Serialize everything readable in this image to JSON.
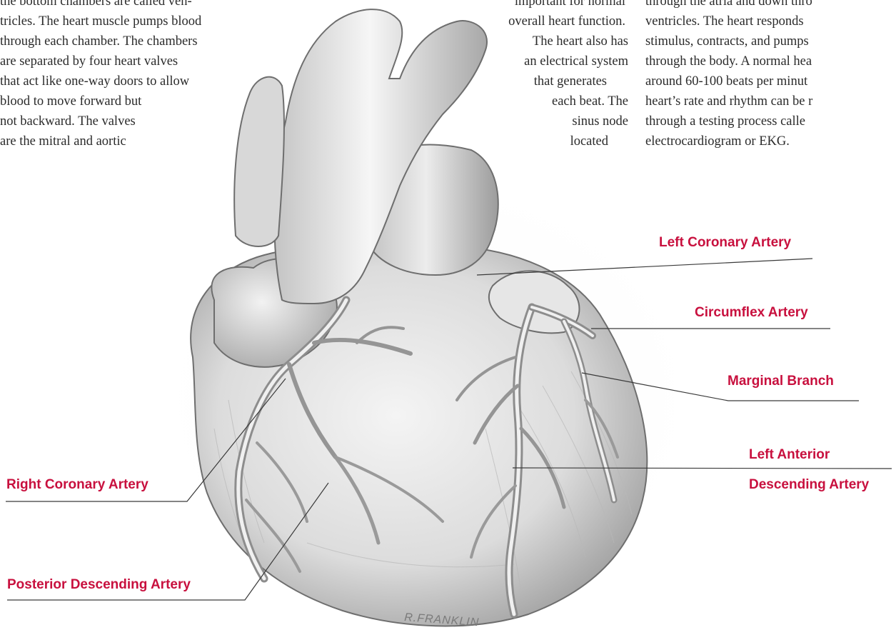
{
  "passages": {
    "left": [
      "the bottom chambers are called ven-",
      "tricles. The heart muscle pumps blood",
      "through each chamber. The chambers",
      "are separated by four heart valves",
      "that act like one-way doors to allow",
      "blood to move forward but",
      "not backward. The valves",
      "are the mitral and aortic"
    ],
    "middle": [
      "important for normal",
      "overall heart function.",
      "The heart also has",
      "an electrical system",
      "that generates",
      "each beat. The",
      "sinus node",
      "located"
    ],
    "right": [
      "through the atria and down thro",
      "ventricles. The heart responds",
      "stimulus, contracts, and pumps",
      "through the body. A normal hea",
      "around 60-100 beats per minut",
      "heart’s rate and rhythm can be r",
      "through a testing process calle",
      "electrocardiogram or EKG."
    ]
  },
  "labels": {
    "left_coronary": "Left Coronary Artery",
    "circumflex": "Circumflex Artery",
    "marginal": "Marginal Branch",
    "lad_line1": "Left Anterior",
    "lad_line2": "Descending Artery",
    "right_coronary": "Right Coronary Artery",
    "posterior_descending": "Posterior Descending Artery"
  },
  "signature": "R.FRANKLIN",
  "colors": {
    "label": "#c8103e",
    "text": "#2b2b2b",
    "leader": "#3a3a3a"
  }
}
